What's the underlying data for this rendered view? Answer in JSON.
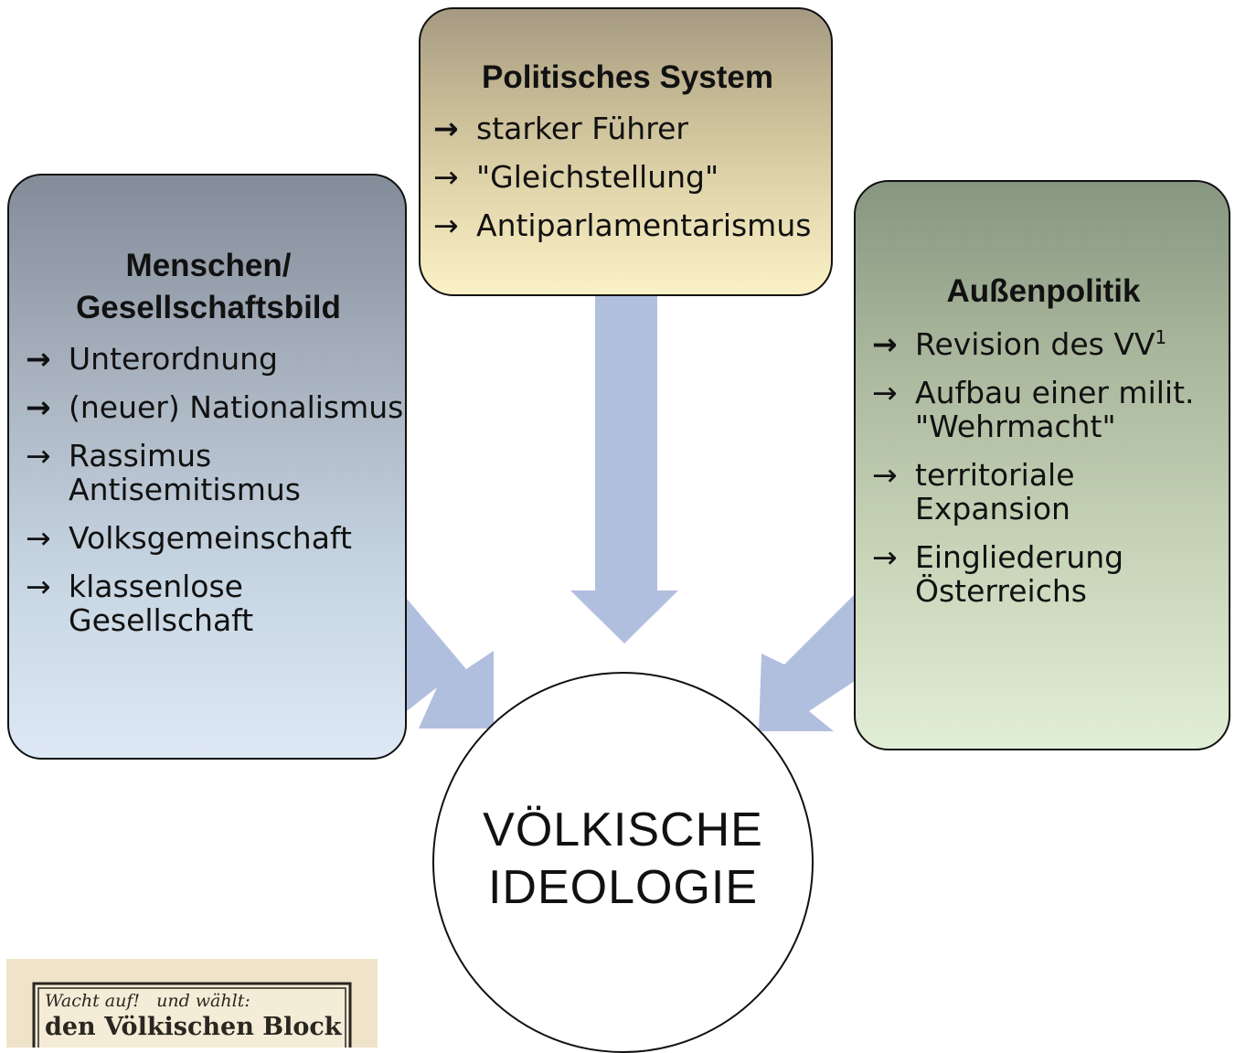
{
  "boxes": {
    "left": {
      "title": "Menschen/\nGesellschaftsbild",
      "items": [
        {
          "text": "Unterordnung"
        },
        {
          "text": "(neuer) Nationalismus"
        },
        {
          "text": "Rassimus\nAntisemitismus"
        },
        {
          "text": "Volksgemeinschaft"
        },
        {
          "text": "klassenlose\nGesellschaft"
        }
      ]
    },
    "top": {
      "title": "Politisches System",
      "items": [
        {
          "text": "starker Führer"
        },
        {
          "text": "\"Gleichstellung\""
        },
        {
          "text": "Antiparlamentarismus"
        }
      ]
    },
    "right": {
      "title": "Außenpolitik",
      "items": [
        {
          "text": "Revision des VV",
          "sup": "1"
        },
        {
          "text": "Aufbau einer milit.\n\"Wehrmacht\""
        },
        {
          "text": "territoriale\nExpansion"
        },
        {
          "text": "Eingliederung\nÖsterreichs"
        }
      ]
    }
  },
  "arrow_glyph": "→",
  "center": {
    "line1": "VÖLKISCHE",
    "line2": "IDEOLOGIE"
  },
  "poster": {
    "line1": "Wacht auf!   und wählt:",
    "line2": "den Völkischen Block"
  },
  "colors": {
    "connector_arrow": "#b1bfdf",
    "border": "#111111"
  }
}
